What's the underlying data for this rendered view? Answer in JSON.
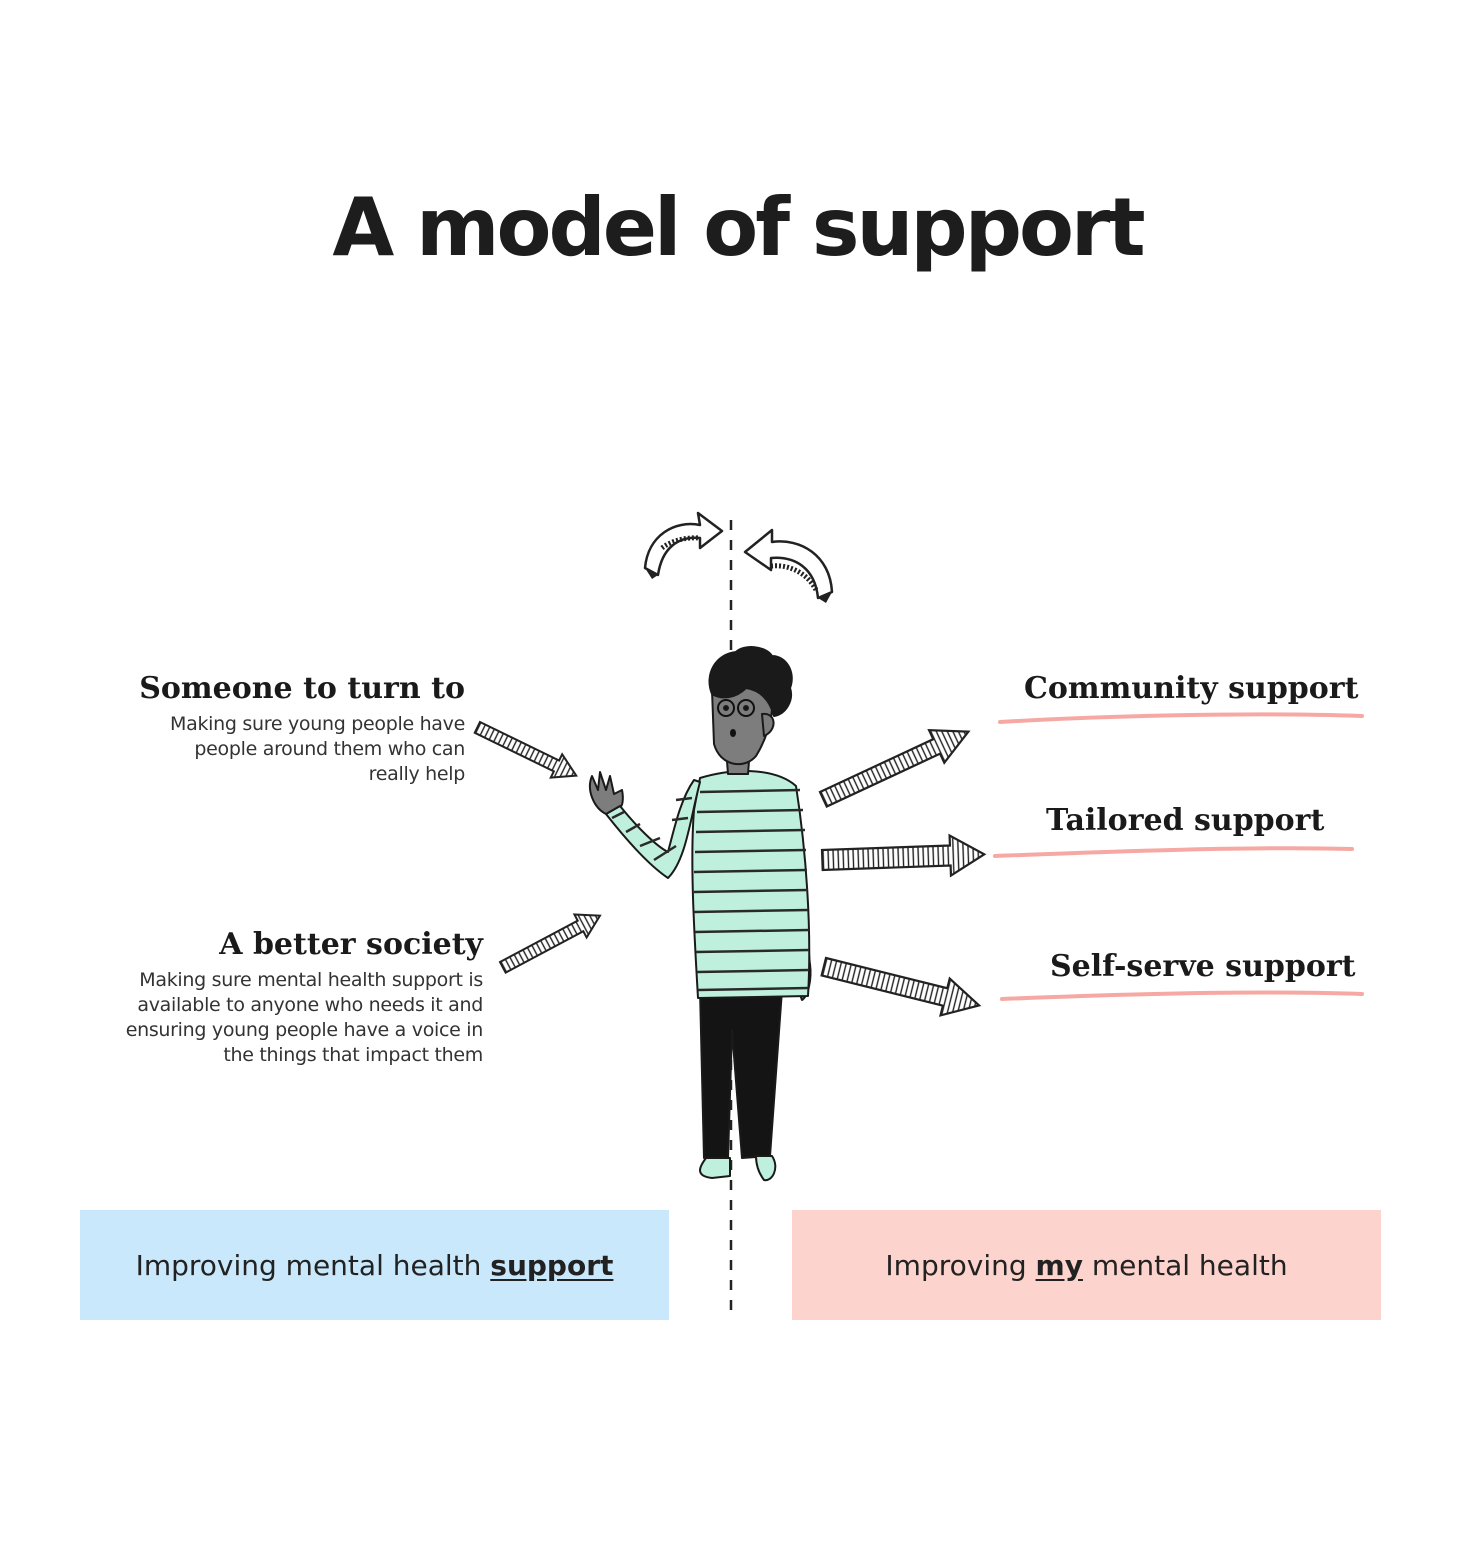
{
  "title": "A model of support",
  "left_items": [
    {
      "heading": "Someone to turn to",
      "description_lines": [
        "Making sure young people have",
        "people around them who can",
        "really help"
      ]
    },
    {
      "heading": "A better society",
      "description_lines": [
        "Making sure mental health support is",
        "available to anyone who needs it and",
        "ensuring young people have a voice in",
        "the things that impact them"
      ]
    }
  ],
  "right_items": [
    {
      "label": "Community support"
    },
    {
      "label": "Tailored support"
    },
    {
      "label": "Self-serve support"
    }
  ],
  "bottom_left": {
    "prefix": "Improving mental health ",
    "emphasis": "support",
    "suffix": "",
    "color": "#c9e8fb"
  },
  "bottom_right": {
    "prefix": "Improving ",
    "emphasis": "my",
    "suffix": " mental health",
    "color": "#fdd3ce"
  },
  "colors": {
    "sweater_stripe": "#bff0de",
    "underline": "#f6a9a3",
    "skin": "#7d7d7d",
    "hair": "#1a1a1a"
  },
  "icons": [
    "curved-arrow-icon",
    "straight-arrow-icon",
    "person-illustration"
  ]
}
